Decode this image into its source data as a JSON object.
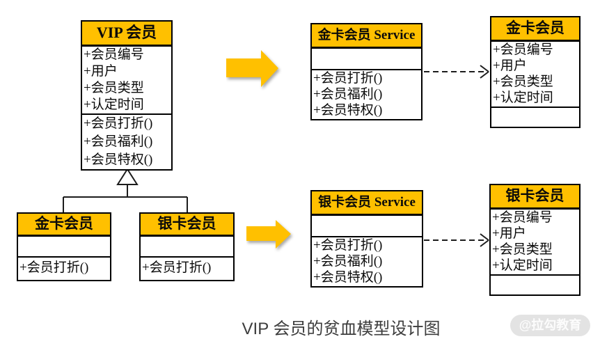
{
  "diagram": {
    "caption": "VIP 会员的贫血模型设计图",
    "watermark": "@拉勾教育",
    "colors": {
      "class_header_fill": "#FFC000",
      "block_arrow_fill": "#FFC000",
      "box_border": "#000000",
      "caption_text": "#3D3D3D",
      "watermark_bg": "#E3E3E3",
      "watermark_text": "#FCFCFC"
    },
    "icons": {
      "block_arrow": "block-arrow-right-icon",
      "dependency": "dependency-dashed-arrow-icon",
      "inheritance": "inheritance-triangle-icon"
    },
    "classes": {
      "vip": {
        "title": "VIP 会员",
        "attrs": [
          "+会员编号",
          "+用户",
          "+会员类型",
          "+认定时间"
        ],
        "methods": [
          "+会员打折()",
          "+会员福利()",
          "+会员特权()"
        ]
      },
      "gold_sub": {
        "title": "金卡会员",
        "methods": [
          "+会员打折()"
        ]
      },
      "silver_sub": {
        "title": "银卡会员",
        "methods": [
          "+会员打折()"
        ]
      },
      "gold_service": {
        "title": "金卡会员 Service",
        "methods": [
          "+会员打折()",
          "+会员福利()",
          "+会员特权()"
        ]
      },
      "gold_entity": {
        "title": "金卡会员",
        "attrs": [
          "+会员编号",
          "+用户",
          "+会员类型",
          "+认定时间"
        ]
      },
      "silver_service": {
        "title": "银卡会员 Service",
        "methods": [
          "+会员打折()",
          "+会员福利()",
          "+会员特权()"
        ]
      },
      "silver_entity": {
        "title": "银卡会员",
        "attrs": [
          "+会员编号",
          "+用户",
          "+会员类型",
          "+认定时间"
        ]
      }
    }
  }
}
